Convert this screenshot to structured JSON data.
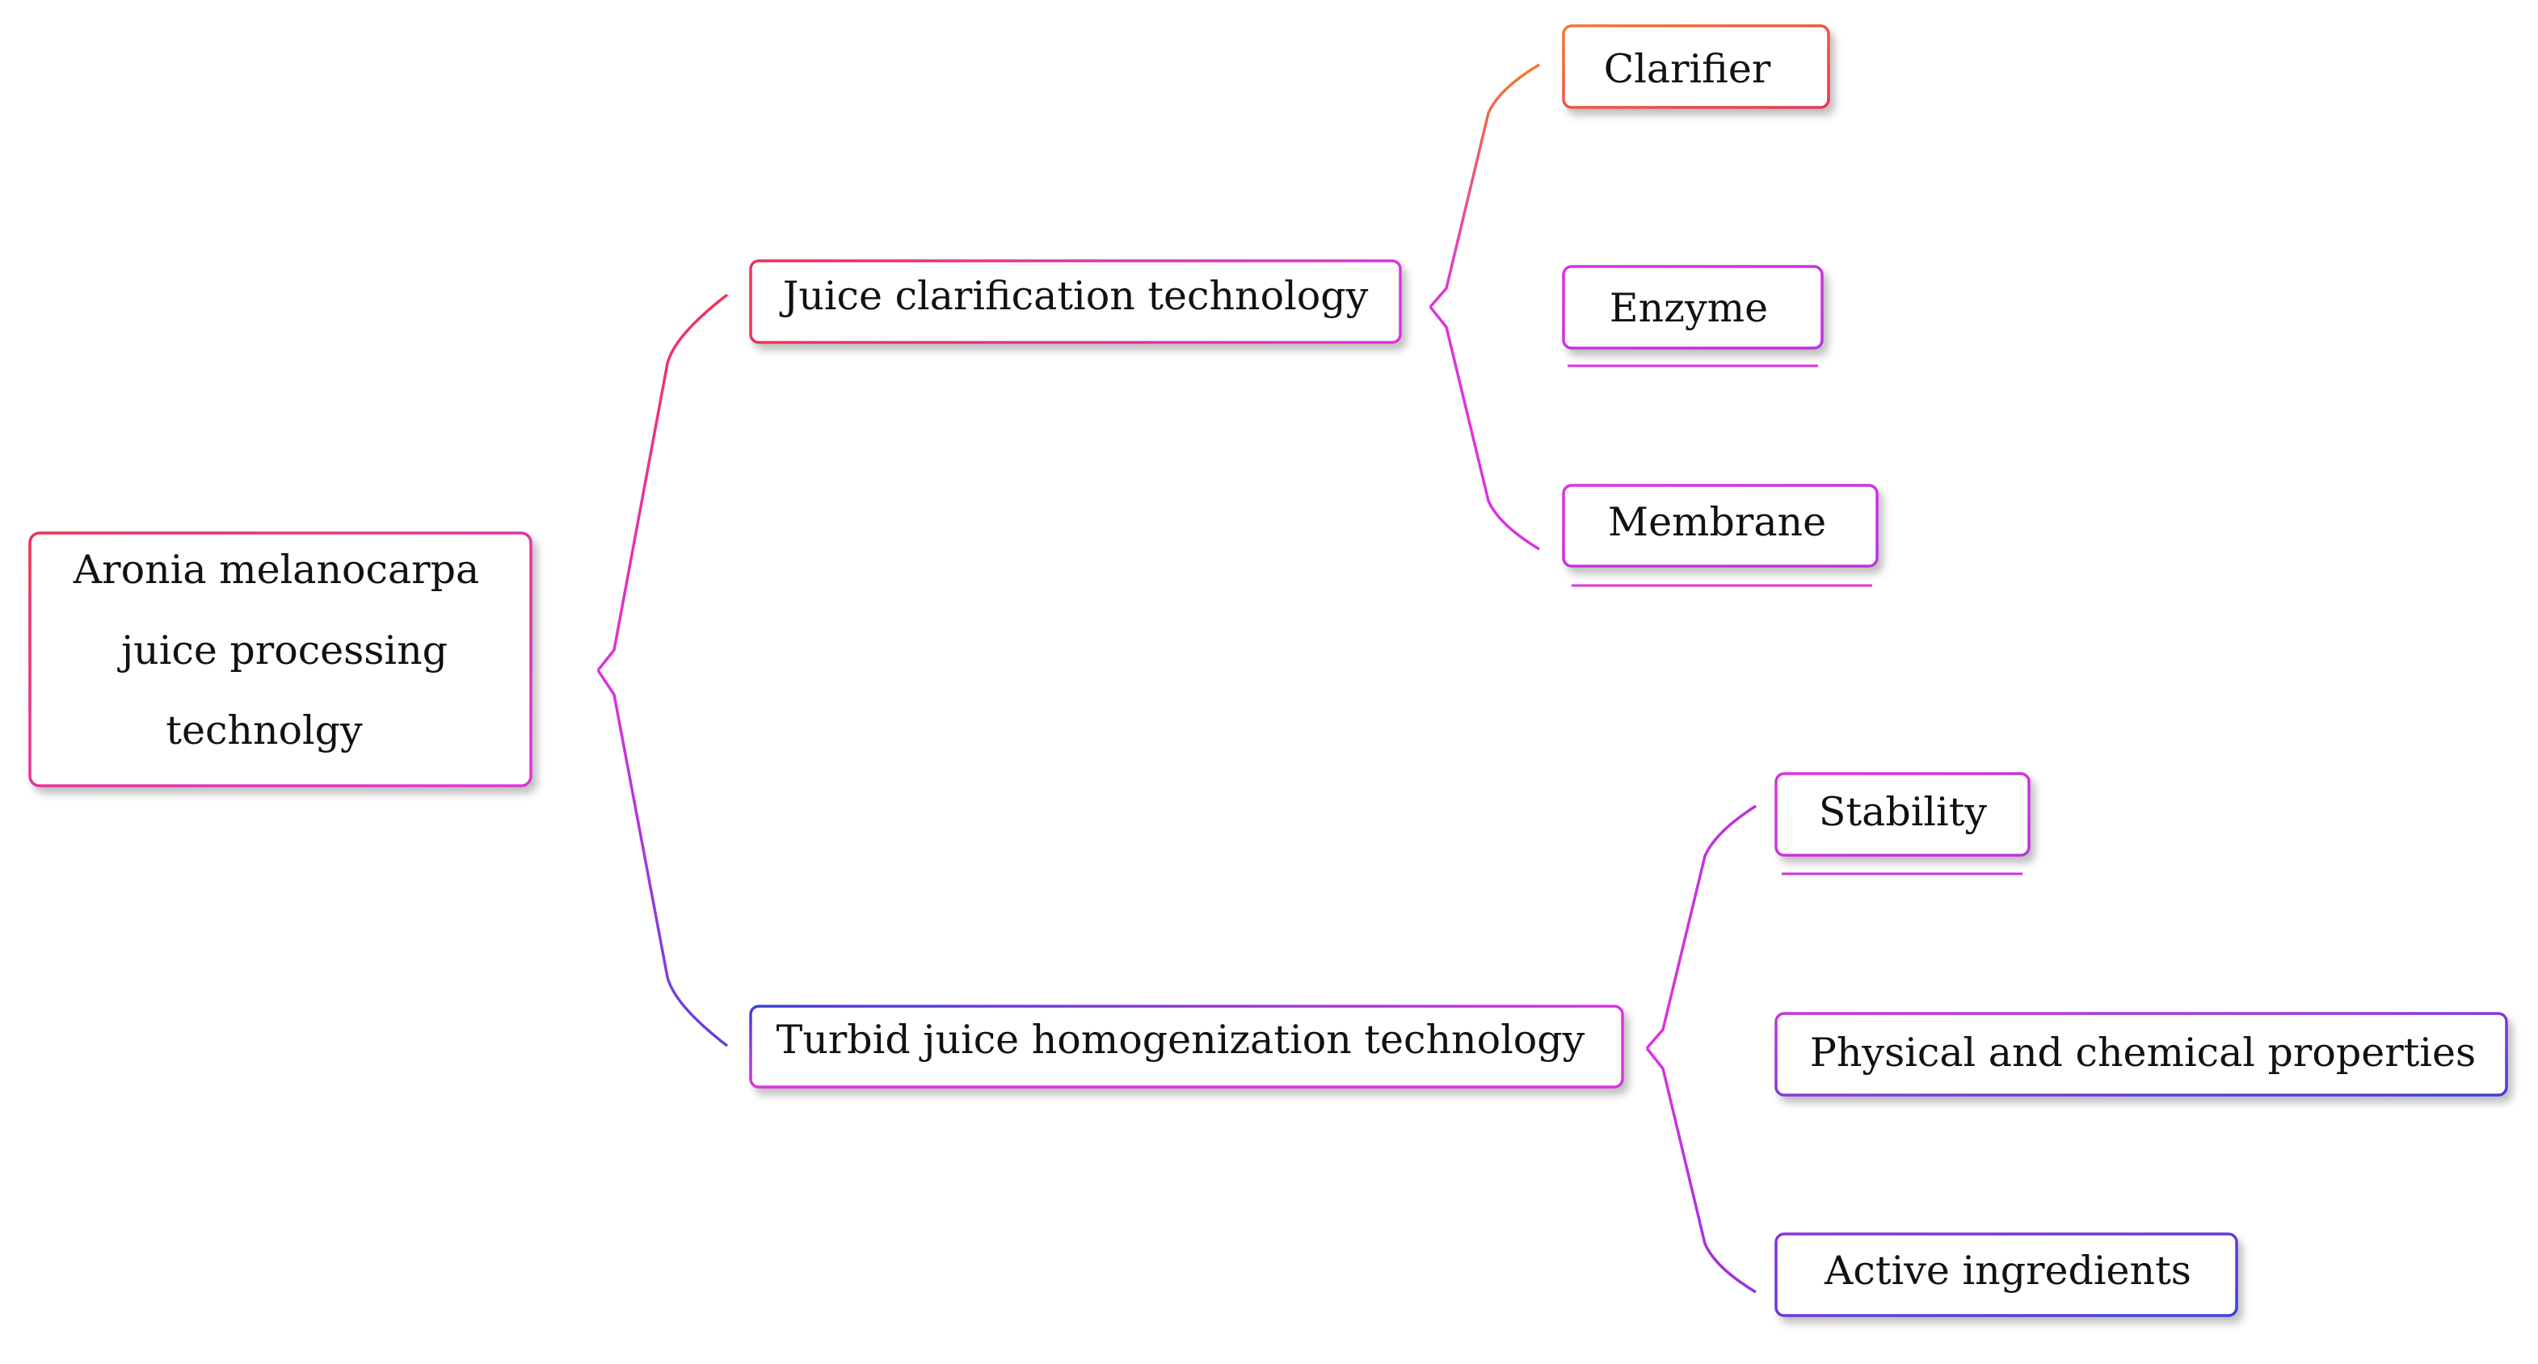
{
  "root": {
    "lines": [
      "Aronia melanocarpa",
      "juice processing",
      "technolgy"
    ]
  },
  "branches": [
    {
      "label": "Juice clarification technology",
      "children": [
        "Clarifier",
        "Enzyme",
        "Membrane"
      ]
    },
    {
      "label": "Turbid juice homogenization technology",
      "children": [
        "Stability",
        "Physical and chemical properties",
        "Active ingredients"
      ]
    }
  ],
  "colors": {
    "red": "#ee3355",
    "orange": "#ee7a30",
    "magenta": "#dd33dd",
    "violet": "#aa33dd",
    "blue": "#3f3fd8",
    "text": "#111111"
  }
}
